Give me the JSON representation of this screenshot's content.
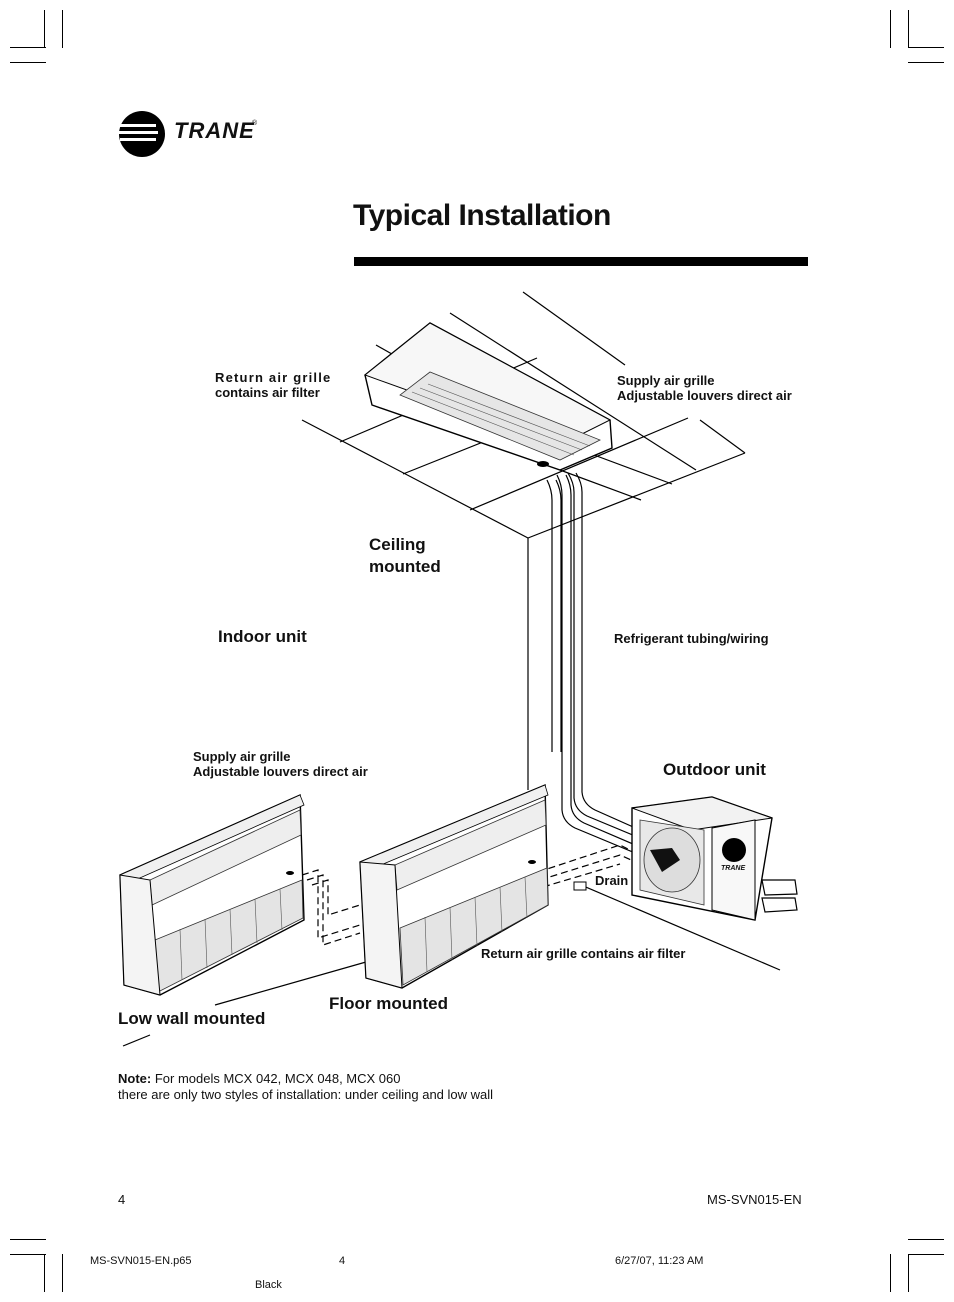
{
  "brand": {
    "name": "TRANE",
    "mark": "®"
  },
  "page": {
    "title": "Typical Installation"
  },
  "labels": {
    "return_grille_line1": "Return air grille",
    "return_grille_line2": "contains air filter",
    "supply_top_line1": "Supply air grille",
    "supply_top_line2": "Adjustable louvers direct air",
    "ceiling_line1": "Ceiling",
    "ceiling_line2": "mounted",
    "indoor_unit": "Indoor unit",
    "refrigerant": "Refrigerant tubing/wiring",
    "supply_left_line1": "Supply air grille",
    "supply_left_line2": "Adjustable louvers direct air",
    "outdoor_unit": "Outdoor unit",
    "drain": "Drain",
    "return_bottom": "Return air grille contains air filter",
    "floor_mounted": "Floor mounted",
    "low_wall_mounted": "Low wall mounted",
    "unit_badge": "TRANE"
  },
  "note": {
    "label": "Note:",
    "line1": " For models MCX 042, MCX 048, MCX 060",
    "line2": "there are only two styles of installation: under ceiling and low wall"
  },
  "footer": {
    "page_number": "4",
    "doc_code": "MS-SVN015-EN"
  },
  "slug": {
    "file": "MS-SVN015-EN.p65",
    "page": "4",
    "datetime": "6/27/07, 11:23 AM",
    "color": "Black"
  }
}
